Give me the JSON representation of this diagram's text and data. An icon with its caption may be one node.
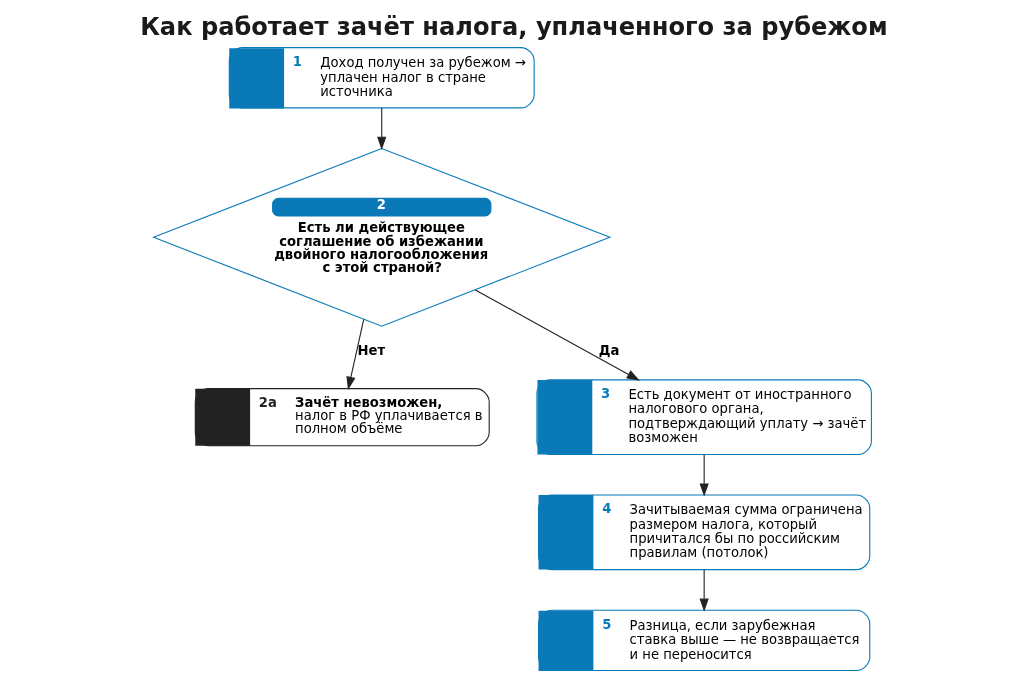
{
  "diagram": {
    "title": "Как работает зачёт налога, уплаченного за рубежом",
    "nodes": [
      {
        "text": [
          "1",
          "Доход получен за рубежом → уплачен налог в стране источника"
        ]
      },
      {
        "text": [
          "2",
          "Есть ли действующее соглашение об избежании двойного налогообложения с этой страной?"
        ]
      },
      {
        "text": [
          "2a",
          "Зачёт невозможен,",
          "налог в РФ уплачивается в полном объёме"
        ]
      },
      {
        "text": [
          "3",
          "Есть документ от иностранного налогового органа, подтверждающий уплату → зачёт возможен"
        ]
      },
      {
        "text": [
          "4",
          "Зачитываемая сумма ограничена размером налога, который причитался бы по российским правилам (потолок)"
        ]
      },
      {
        "text": [
          "5",
          "Разница, если зарубежная ставка выше — не возвращается и не переносится"
        ]
      }
    ],
    "edges": [
      {
        "from": 0,
        "to": 1,
        "arrow": "to"
      },
      {
        "from": 1,
        "to": 2,
        "arrow": "to",
        "label": "Нет"
      },
      {
        "from": 1,
        "to": 3,
        "arrow": "to",
        "label": "Да"
      },
      {
        "from": 3,
        "to": 4,
        "arrow": "to"
      },
      {
        "from": 4,
        "to": 5,
        "arrow": "to"
      }
    ]
  }
}
